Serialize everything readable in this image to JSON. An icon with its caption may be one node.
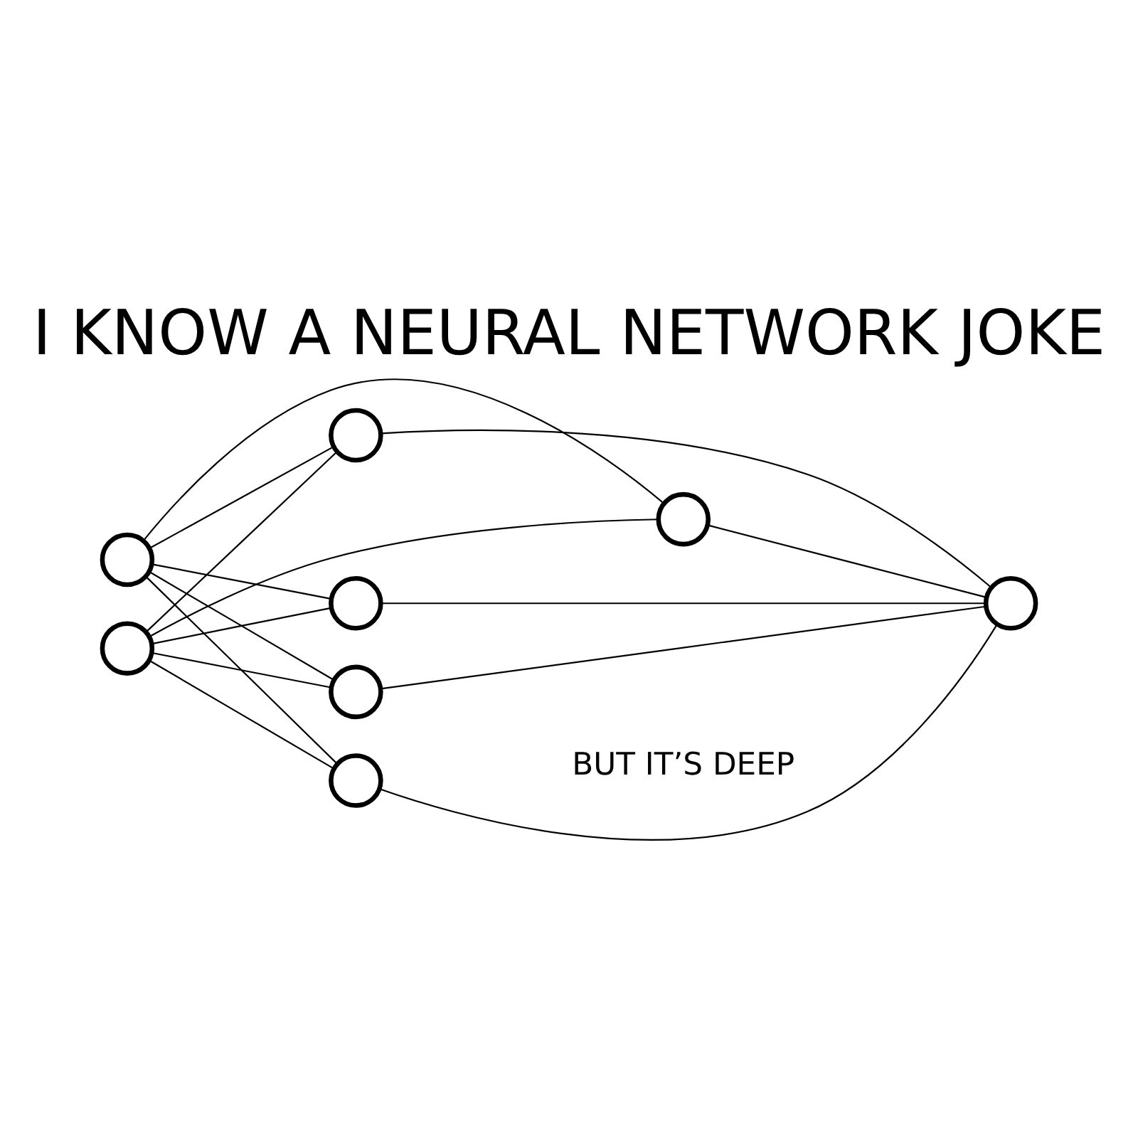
{
  "diagram": {
    "title": "I KNOW A NEURAL NETWORK JOKE",
    "caption": "BUT IT’S DEEP",
    "nodes": [
      {
        "text": [],
        "shape": "circle"
      },
      {
        "text": [],
        "shape": "circle"
      },
      {
        "text": [],
        "shape": "circle"
      },
      {
        "text": [],
        "shape": "circle"
      },
      {
        "text": [],
        "shape": "circle"
      },
      {
        "text": [],
        "shape": "circle"
      },
      {
        "text": [],
        "shape": "circle"
      },
      {
        "text": [],
        "shape": "circle"
      }
    ],
    "edges": [
      {
        "from": 0,
        "to": 2,
        "arrow": "none"
      },
      {
        "from": 0,
        "to": 3,
        "arrow": "none"
      },
      {
        "from": 0,
        "to": 4,
        "arrow": "none"
      },
      {
        "from": 0,
        "to": 5,
        "arrow": "none"
      },
      {
        "from": 0,
        "to": 6,
        "arrow": "none"
      },
      {
        "from": 1,
        "to": 2,
        "arrow": "none"
      },
      {
        "from": 1,
        "to": 3,
        "arrow": "none"
      },
      {
        "from": 1,
        "to": 4,
        "arrow": "none"
      },
      {
        "from": 1,
        "to": 5,
        "arrow": "none"
      },
      {
        "from": 1,
        "to": 6,
        "arrow": "none"
      },
      {
        "from": 2,
        "to": 7,
        "arrow": "none"
      },
      {
        "from": 3,
        "to": 7,
        "arrow": "none"
      },
      {
        "from": 4,
        "to": 7,
        "arrow": "none"
      },
      {
        "from": 5,
        "to": 7,
        "arrow": "none"
      },
      {
        "from": 6,
        "to": 7,
        "arrow": "none"
      }
    ]
  }
}
